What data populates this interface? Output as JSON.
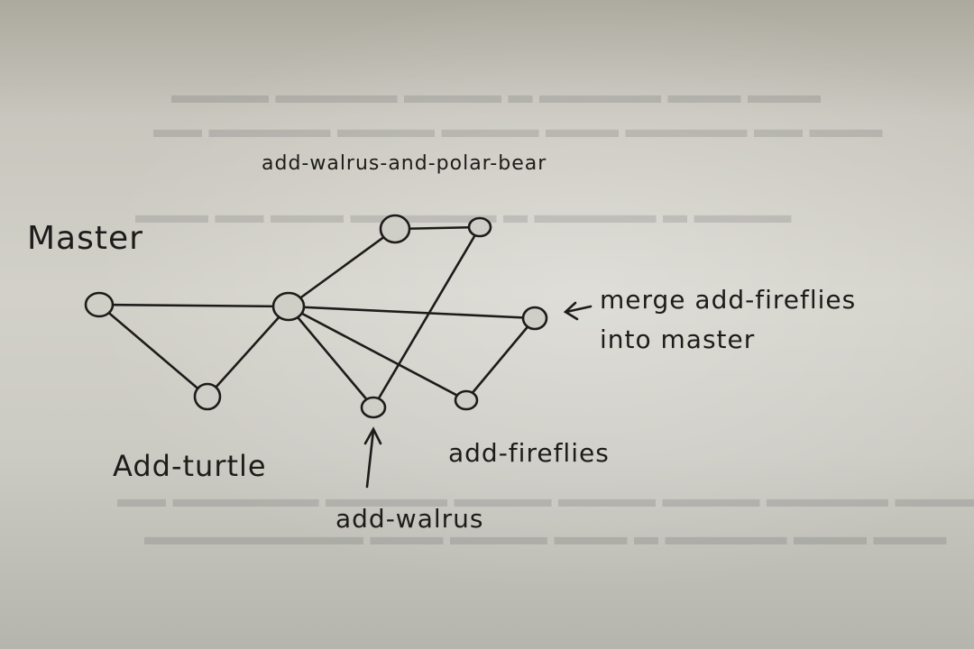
{
  "labels": {
    "master": "Master",
    "add_walrus_and_polar_bear": "add-walrus-and-polar-bear",
    "merge_line1": "merge add-fireflies",
    "merge_line2": "into master",
    "add_turtle": "Add-turtle",
    "add_fireflies": "add-fireflies",
    "add_walrus": "add-walrus"
  },
  "nodes": [
    {
      "id": "m1",
      "label": ""
    },
    {
      "id": "turtle",
      "label": ""
    },
    {
      "id": "m2",
      "label": ""
    },
    {
      "id": "wp1",
      "label": ""
    },
    {
      "id": "wp2",
      "label": ""
    },
    {
      "id": "walrus",
      "label": ""
    },
    {
      "id": "fireflies",
      "label": ""
    },
    {
      "id": "merge",
      "label": ""
    }
  ],
  "edges": [
    [
      "m1",
      "m2"
    ],
    [
      "m1",
      "turtle"
    ],
    [
      "turtle",
      "m2"
    ],
    [
      "m2",
      "wp1"
    ],
    [
      "wp1",
      "wp2"
    ],
    [
      "wp2",
      "walrus"
    ],
    [
      "m2",
      "walrus"
    ],
    [
      "m2",
      "fireflies"
    ],
    [
      "m2",
      "merge"
    ],
    [
      "fireflies",
      "merge"
    ]
  ],
  "colors": {
    "ink": "#1d1c1a",
    "paper": "#cfcec7"
  },
  "arrows": [
    "arrow-to-merge-commit",
    "arrow-to-add-walrus-commit"
  ]
}
